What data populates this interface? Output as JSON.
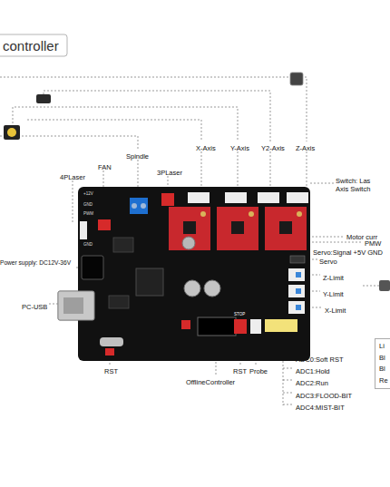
{
  "diagram": {
    "title": "controller",
    "nodes": [
      {
        "text": [
          "Li",
          "Bl",
          "Bl",
          "Re"
        ]
      }
    ],
    "labels": [
      "Spindle",
      "3PLaser",
      "X-Axis",
      "Y-Axis",
      "Y2-Axis",
      "Z-Axis",
      "FAN",
      "4PLaser",
      "+12V",
      "GND",
      "PWM",
      "GND",
      "Switch: Las",
      "Axis Switch",
      "Motor curr",
      "PMW",
      "Servo:Signal +5V GND",
      "Servo",
      "Z-Limit",
      "Y-Limit",
      "X-Limit",
      "Power supply: DC12V-36V",
      "PC-USB",
      "RST",
      "OfflineController",
      "RST",
      "Probe",
      "ADC0:Soft RST",
      "ADC1:Hold",
      "ADC2:Run",
      "ADC3:FLOOD-BIT",
      "ADC4:MIST-BIT",
      "STOP"
    ]
  }
}
